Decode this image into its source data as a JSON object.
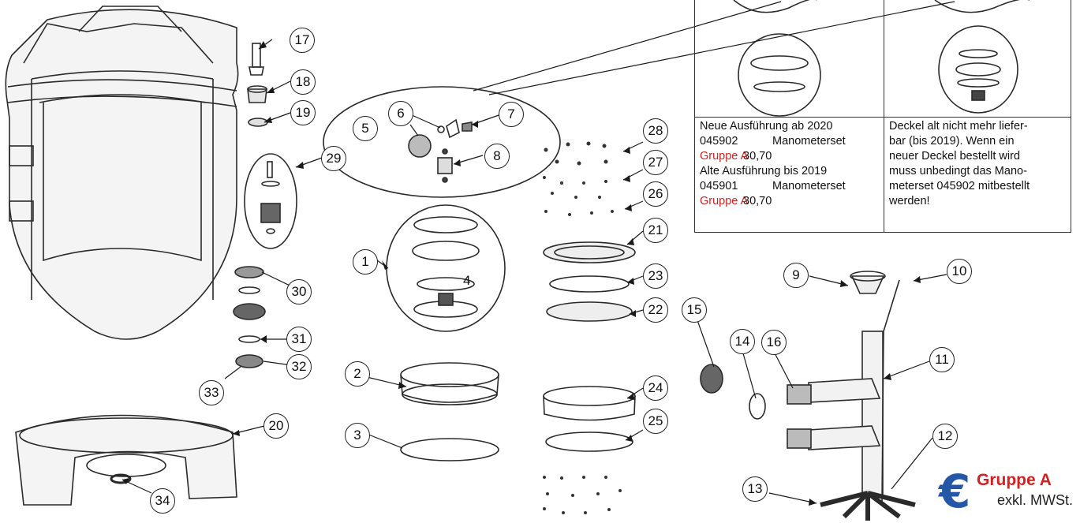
{
  "callouts": [
    "1",
    "2",
    "3",
    "4",
    "5",
    "6",
    "7",
    "8",
    "9",
    "10",
    "11",
    "12",
    "13",
    "14",
    "15",
    "16",
    "17",
    "18",
    "19",
    "20",
    "21",
    "22",
    "23",
    "24",
    "25",
    "26",
    "27",
    "28",
    "29",
    "30",
    "31",
    "32",
    "33",
    "34"
  ],
  "info_table": {
    "left_cell": {
      "line1": "Neue Ausführung ab 2020",
      "line2_code": "045902",
      "line2_name": "Manometerset",
      "line3_group": "Gruppe A",
      "line3_price": "30,70",
      "line4": "Alte Ausführung bis 2019",
      "line5_code": "045901",
      "line5_name": "Manometerset",
      "line6_group": "Gruppe A",
      "line6_price": "30,70"
    },
    "right_cell": {
      "line1": "Deckel alt nicht mehr liefer-",
      "line2": "bar (bis 2019). Wenn ein",
      "line3": "neuer Deckel bestellt wird",
      "line4": "muss unbedingt das Mano-",
      "line5": "meterset 045902 mitbestellt",
      "line6": "werden!"
    }
  },
  "price_badge": {
    "symbol": "€",
    "group": "Gruppe A",
    "vat_note": "exkl. MWSt."
  },
  "colors": {
    "accent_red": "#d42020",
    "euro_blue": "#2457a6",
    "line": "#222222"
  }
}
